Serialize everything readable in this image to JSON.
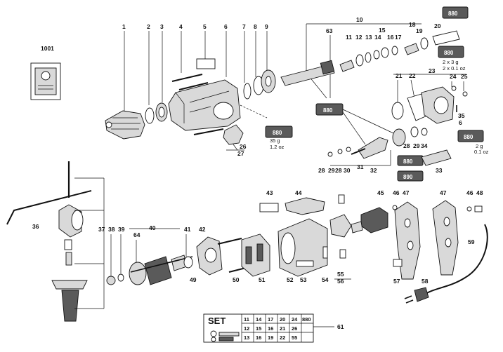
{
  "labels": {
    "n1001": "1001",
    "n1": "1",
    "n2": "2",
    "n3": "3",
    "n4": "4",
    "n5": "5",
    "n6": "6",
    "n7": "7",
    "n8": "8",
    "n9": "9",
    "n10": "10",
    "n63": "63",
    "n11": "11",
    "n12": "12",
    "n13": "13",
    "n14": "14",
    "n15": "15",
    "n16": "16",
    "n17": "17",
    "n18": "18",
    "n19": "19",
    "n20": "20",
    "n21": "21",
    "n22": "22",
    "n23": "23",
    "n24": "24",
    "n25": "25",
    "n26": "26",
    "n27": "27",
    "n35": "35",
    "n6b": "6",
    "n28a": "28",
    "n29a": "29",
    "n34": "34",
    "n28b": "28",
    "n29b": "29",
    "n28c": "28",
    "n30": "30",
    "n31": "31",
    "n32": "32",
    "n33": "33",
    "n43": "43",
    "n44": "44",
    "n45": "45",
    "n46a": "46",
    "n47a": "47",
    "n47b": "47",
    "n46b": "46",
    "n48": "48",
    "n36": "36",
    "n37": "37",
    "n38": "38",
    "n39": "39",
    "n40": "40",
    "n64": "64",
    "n41": "41",
    "n42": "42",
    "n49": "49",
    "n50": "50",
    "n51": "51",
    "n52": "52",
    "n53": "53",
    "n54": "54",
    "n55": "55",
    "n56": "56",
    "n57": "57",
    "n58": "58",
    "n59": "59",
    "n61": "61"
  },
  "lubricant": {
    "tube_main": "880",
    "tube_main_qty_g": "35 g",
    "tube_main_qty_oz": "1.2 oz",
    "tube_top": "880",
    "tube_top_qty_g": "2 x 3 g",
    "tube_top_qty_oz": "2 x 0.1 oz",
    "tube_mid": "880",
    "tube_right": "880",
    "tube_right_qty_g": "2 g",
    "tube_right_qty_oz": "0.1 oz",
    "tube_lower": "880",
    "tube_890": "890"
  },
  "set_table": {
    "title": "SET",
    "rows": [
      [
        "11",
        "14",
        "17",
        "20",
        "24",
        "880"
      ],
      [
        "12",
        "15",
        "16",
        "21",
        "26",
        ""
      ],
      [
        "13",
        "16",
        "19",
        "22",
        "55",
        ""
      ]
    ]
  }
}
